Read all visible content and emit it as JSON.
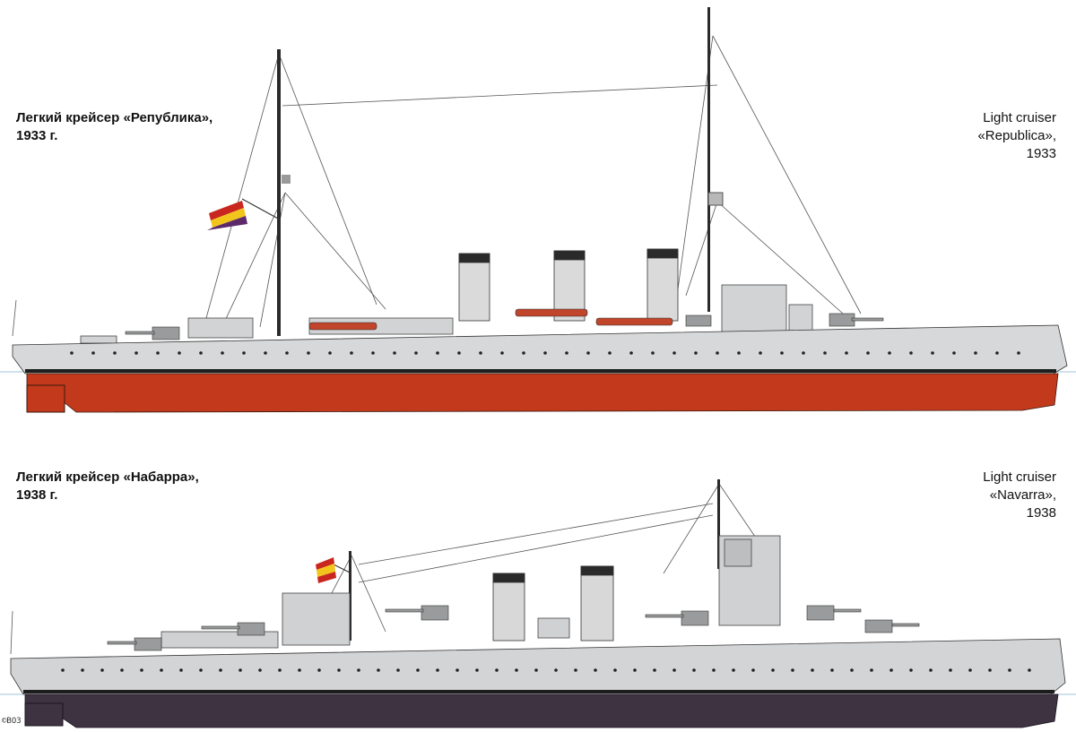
{
  "plates": [
    {
      "caption_ru": "Легкий крейсер «Република»,\n1933 г.",
      "caption_en": "Light cruiser\n«Republica»,\n1933",
      "hull_colors": {
        "upper": "#d7d8d9",
        "lower": "#c2391c",
        "boot": "#1c1f1c"
      }
    },
    {
      "caption_ru": "Легкий крейсер «Набарра»,\n1938 г.",
      "caption_en": "Light cruiser\n«Navarra»,\n1938",
      "hull_colors": {
        "upper": "#d3d4d6",
        "lower": "#3e3341",
        "boot": "#1c1c1c"
      }
    }
  ],
  "flag_colors": {
    "red": "#c9261f",
    "yellow": "#f2c51c",
    "purple": "#5c2a6a"
  },
  "signature": "©ΒΟ3"
}
